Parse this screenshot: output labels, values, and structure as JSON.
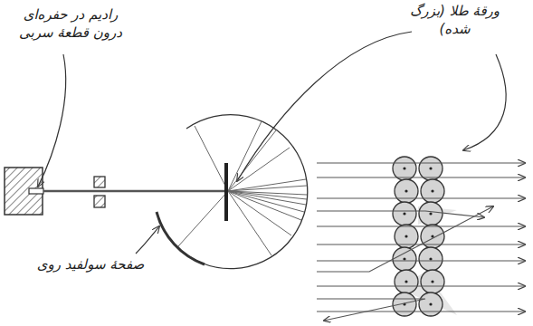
{
  "diagram": {
    "labels": [
      "رادیم در حفره‌ای درون قطعهٔ سربی",
      "ورقهٔ طلا (بزرگ شده)",
      "صفحهٔ سولفید روی"
    ]
  }
}
